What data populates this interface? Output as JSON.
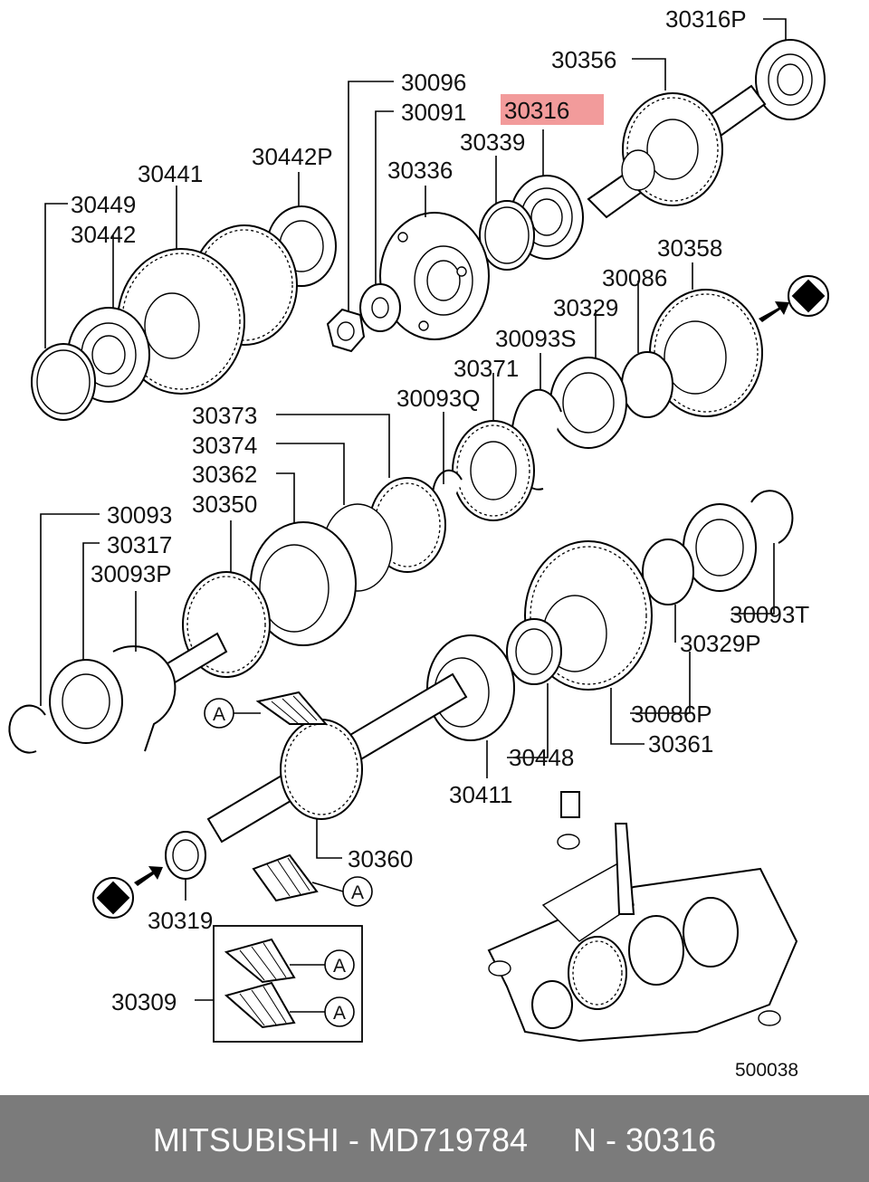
{
  "labels": {
    "p30316P": "30316P",
    "p30356": "30356",
    "p30096": "30096",
    "p30091": "30091",
    "p30316": "30316",
    "p30339": "30339",
    "p30336": "30336",
    "p30442P": "30442P",
    "p30441": "30441",
    "p30449": "30449",
    "p30442": "30442",
    "p30358": "30358",
    "p30086": "30086",
    "p30329": "30329",
    "p30093S": "30093S",
    "p30371": "30371",
    "p30093Q": "30093Q",
    "p30373": "30373",
    "p30374": "30374",
    "p30362": "30362",
    "p30350": "30350",
    "p30093": "30093",
    "p30317": "30317",
    "p30093P": "30093P",
    "p30093T": "30093T",
    "p30329P": "30329P",
    "p30086P": "30086P",
    "p30361": "30361",
    "p30448": "30448",
    "p30411": "30411",
    "p30360": "30360",
    "p30319": "30319",
    "p30309": "30309"
  },
  "callout_letter": "A",
  "figure_number": "500038",
  "highlighted_part": "30316",
  "footer": {
    "text": "MITSUBISHI - MD719784     N - 30316"
  },
  "colors": {
    "highlight": "#f08a8a",
    "footer_bg": "#7b7b7b",
    "footer_text": "#ffffff"
  }
}
